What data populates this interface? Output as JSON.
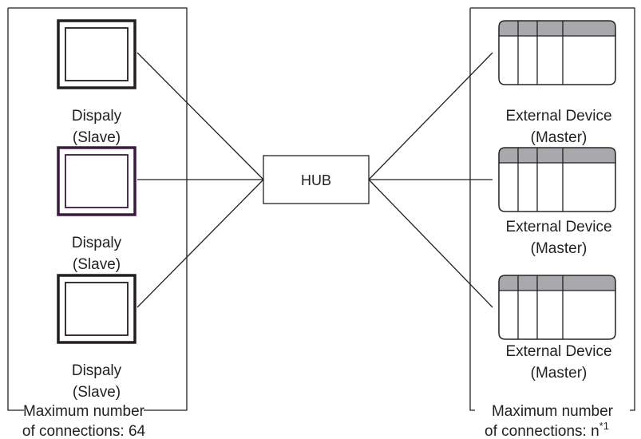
{
  "displays": [
    {
      "name": "Dispaly",
      "role": "(Slave)",
      "frame_color": "#231f20"
    },
    {
      "name": "Dispaly",
      "role": "(Slave)",
      "frame_color": "#3a1a3e"
    },
    {
      "name": "Dispaly",
      "role": "(Slave)",
      "frame_color": "#231f20"
    }
  ],
  "hub": {
    "label": "HUB"
  },
  "devices": [
    {
      "name": "External Device",
      "role": "(Master)"
    },
    {
      "name": "External Device",
      "role": "(Master)"
    },
    {
      "name": "External Device",
      "role": "(Master)"
    }
  ],
  "left_group": {
    "line1": "Maximum number",
    "line2": "of connections: 64"
  },
  "right_group": {
    "line1": "Maximum number",
    "line2": "of connections: n",
    "footnote": "*1"
  },
  "colors": {
    "line": "#231f20",
    "device_header": "#a7a9ac",
    "background": "#ffffff"
  }
}
